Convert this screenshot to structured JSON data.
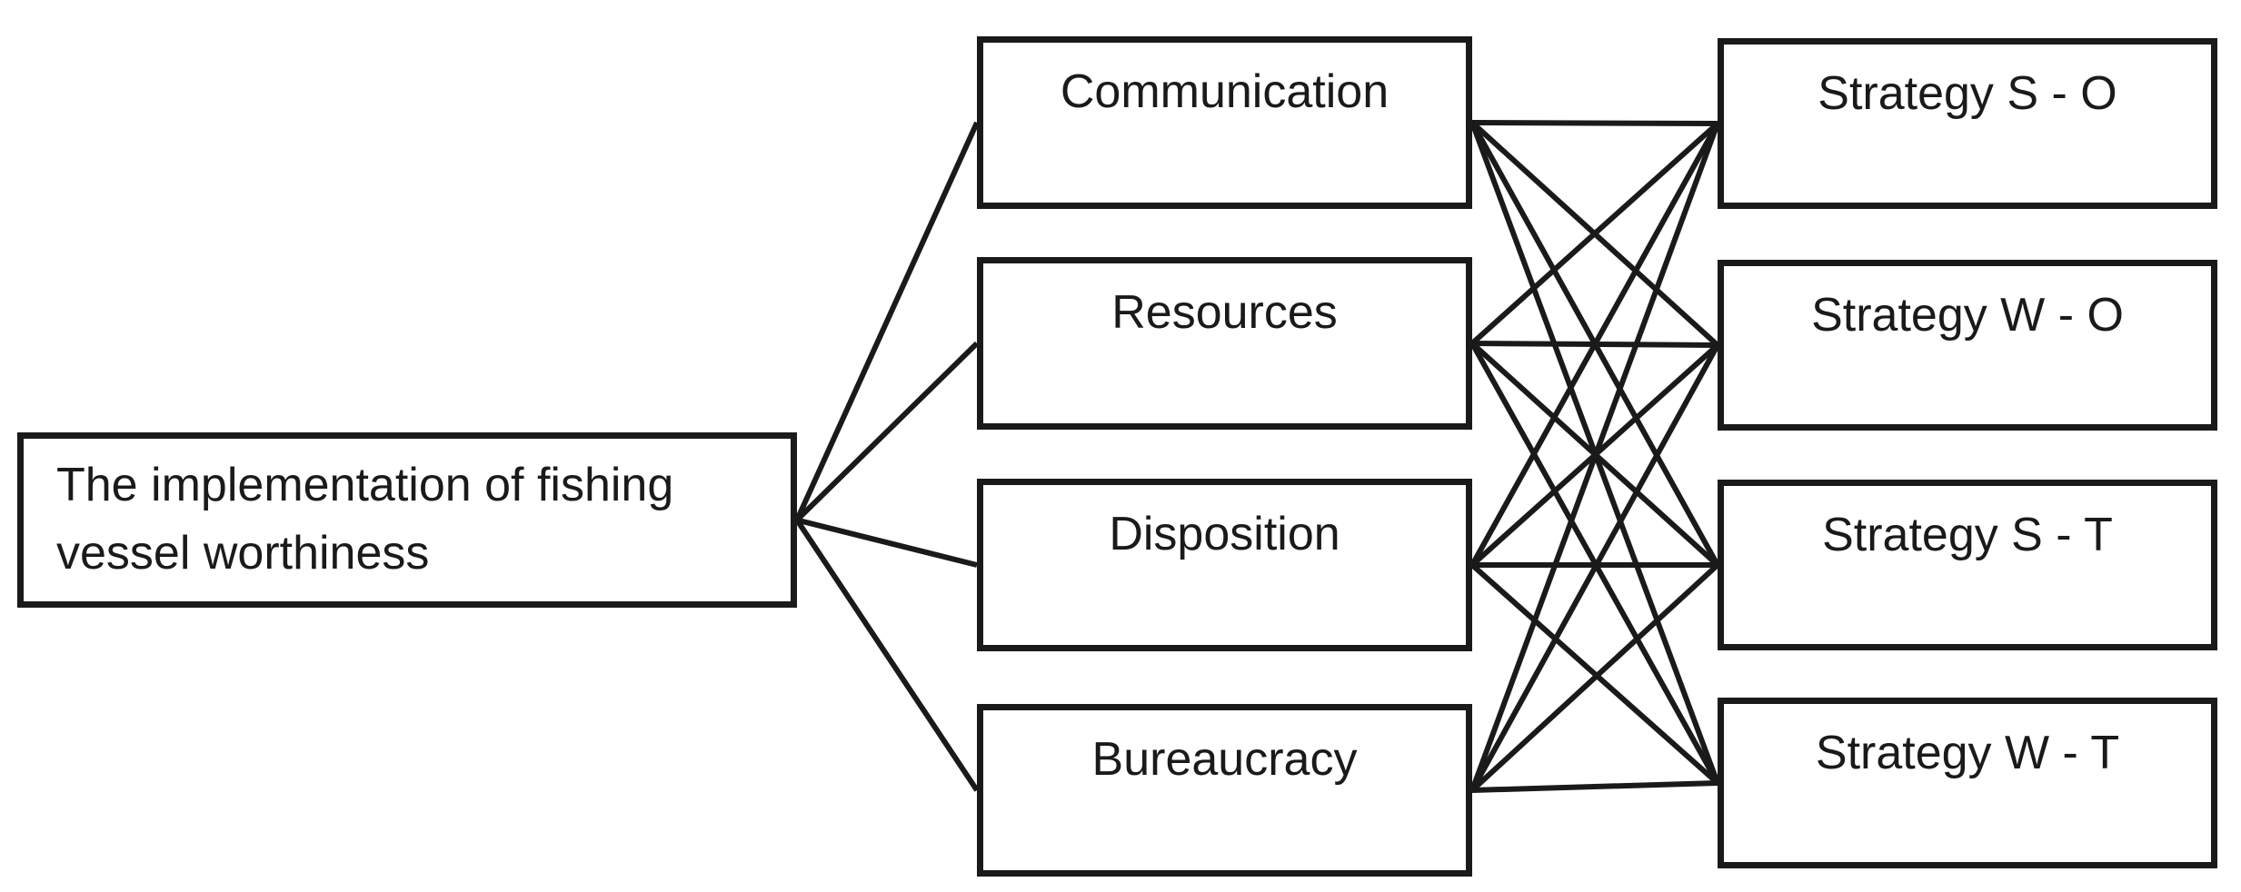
{
  "diagram": {
    "background": "#ffffff",
    "line_color": "#1a1a1a",
    "box_border_color": "#1a1a1a",
    "text_color": "#1a1a1a",
    "root": {
      "id": "root",
      "label": "The implementation of fishing vessel worthiness"
    },
    "factors": [
      {
        "id": "communication",
        "label": "Communication"
      },
      {
        "id": "resources",
        "label": "Resources"
      },
      {
        "id": "disposition",
        "label": "Disposition"
      },
      {
        "id": "bureaucracy",
        "label": "Bureaucracy"
      }
    ],
    "strategies": [
      {
        "id": "strategy-s-o",
        "label": "Strategy S - O"
      },
      {
        "id": "strategy-w-o",
        "label": "Strategy W - O"
      },
      {
        "id": "strategy-s-t",
        "label": "Strategy S - T"
      },
      {
        "id": "strategy-w-t",
        "label": "Strategy W - T"
      }
    ],
    "edges": [
      [
        "root",
        "communication"
      ],
      [
        "root",
        "resources"
      ],
      [
        "root",
        "disposition"
      ],
      [
        "root",
        "bureaucracy"
      ],
      [
        "communication",
        "strategy-s-o"
      ],
      [
        "communication",
        "strategy-w-o"
      ],
      [
        "communication",
        "strategy-s-t"
      ],
      [
        "communication",
        "strategy-w-t"
      ],
      [
        "resources",
        "strategy-s-o"
      ],
      [
        "resources",
        "strategy-w-o"
      ],
      [
        "resources",
        "strategy-s-t"
      ],
      [
        "resources",
        "strategy-w-t"
      ],
      [
        "disposition",
        "strategy-s-o"
      ],
      [
        "disposition",
        "strategy-w-o"
      ],
      [
        "disposition",
        "strategy-s-t"
      ],
      [
        "disposition",
        "strategy-w-t"
      ],
      [
        "bureaucracy",
        "strategy-s-o"
      ],
      [
        "bureaucracy",
        "strategy-w-o"
      ],
      [
        "bureaucracy",
        "strategy-s-t"
      ],
      [
        "bureaucracy",
        "strategy-w-t"
      ]
    ]
  }
}
